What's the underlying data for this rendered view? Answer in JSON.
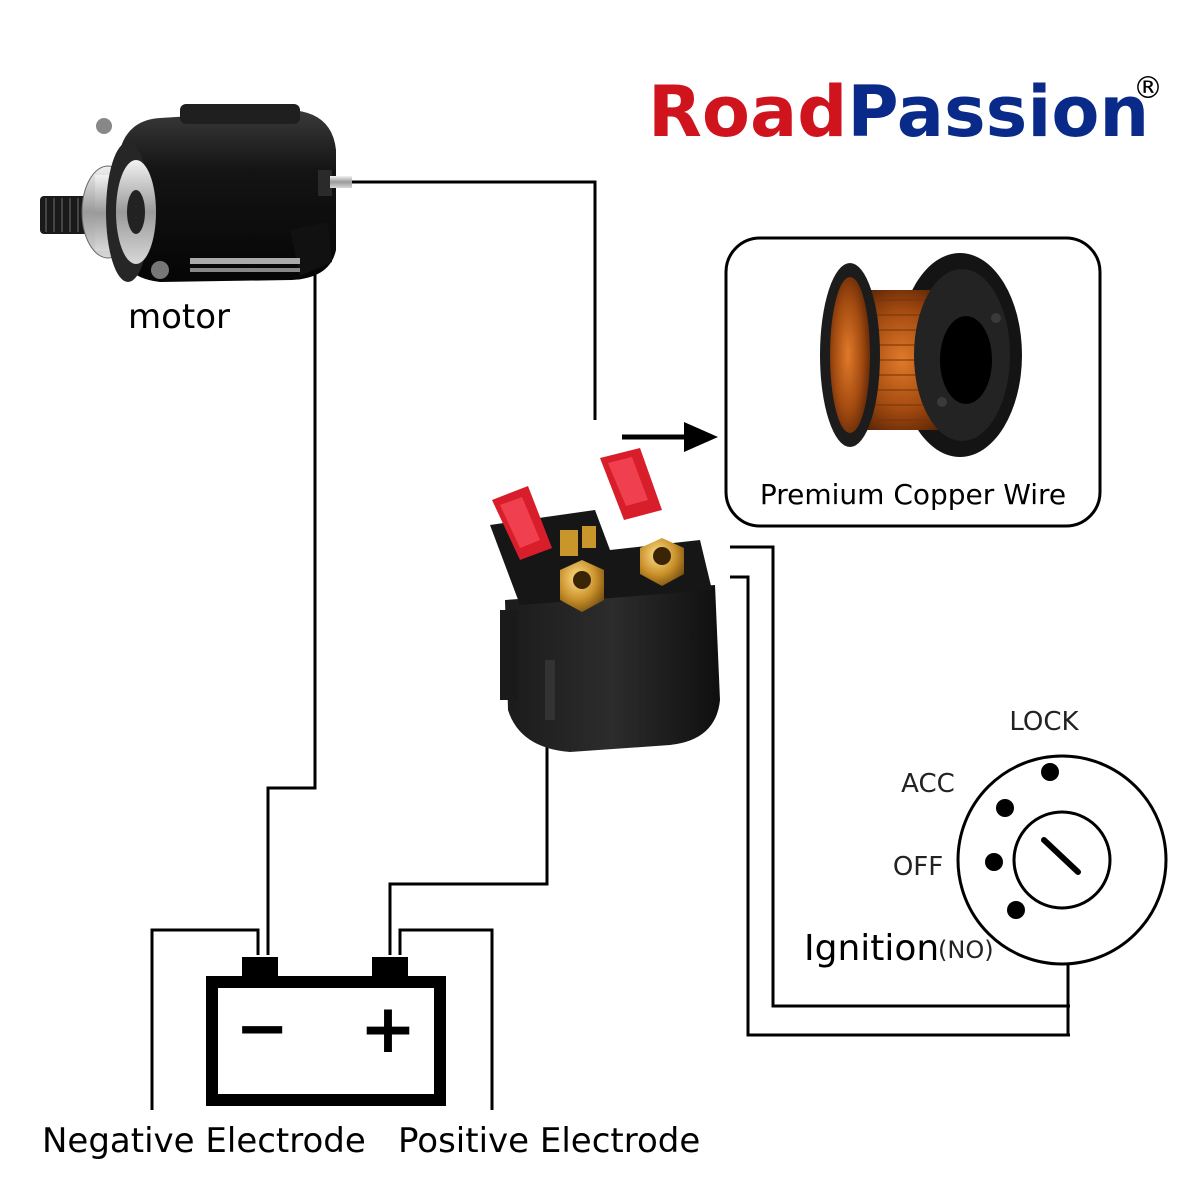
{
  "brand": {
    "part1": "Road",
    "part2": "Passion",
    "registered": "®",
    "colors": {
      "road": "#d0141e",
      "passion": "#0a2a8a",
      "r_mark": "#000000"
    }
  },
  "labels": {
    "motor": "motor",
    "copper_wire": "Premium Copper Wire",
    "negative": "Negative Electrode",
    "positive": "Positive Electrode"
  },
  "battery": {
    "minus": "−",
    "plus": "+"
  },
  "ignition": {
    "title": "Ignition",
    "suffix": "(NO)",
    "positions": [
      "LOCK",
      "ACC",
      "OFF"
    ]
  },
  "icons": {
    "motor": "starter-motor-icon",
    "relay": "starter-relay-icon",
    "spool": "copper-wire-spool-icon",
    "battery": "battery-icon",
    "ignition": "ignition-switch-icon",
    "arrow": "arrow-right-icon"
  }
}
